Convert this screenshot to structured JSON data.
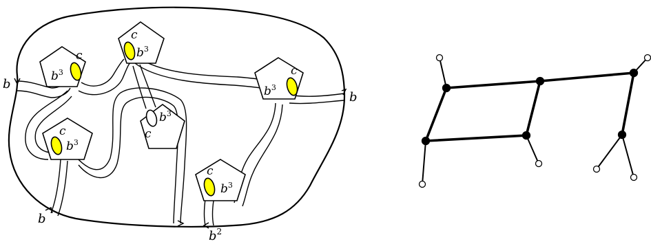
{
  "left_panel": {
    "boundary_labels": {
      "left": "b",
      "right": "b",
      "bottom_left": "b",
      "bottom_right_base": "b",
      "bottom_right_exp": "2"
    },
    "pentagons": [
      {
        "label_c": "c",
        "label_b": "b",
        "exp": "3",
        "fill": "#ffff00"
      },
      {
        "label_c": "c",
        "label_b": "b",
        "exp": "3",
        "fill": "#ffff00"
      },
      {
        "label_c": "c",
        "label_b": "b",
        "exp": "3",
        "fill": "#ffff00"
      },
      {
        "label_c": "c",
        "label_b": "b",
        "exp": "3",
        "fill": "#ffff00"
      },
      {
        "label_c": "c",
        "label_b": "b",
        "exp": "3",
        "fill": "#ffff00"
      },
      {
        "label_c": "c",
        "label_b": "b",
        "exp": "3",
        "fill": "#ffff00"
      }
    ]
  },
  "right_panel": {
    "colors": {
      "vertex_filled": "#000000",
      "vertex_open": "#ffffff",
      "edge": "#000000"
    }
  }
}
